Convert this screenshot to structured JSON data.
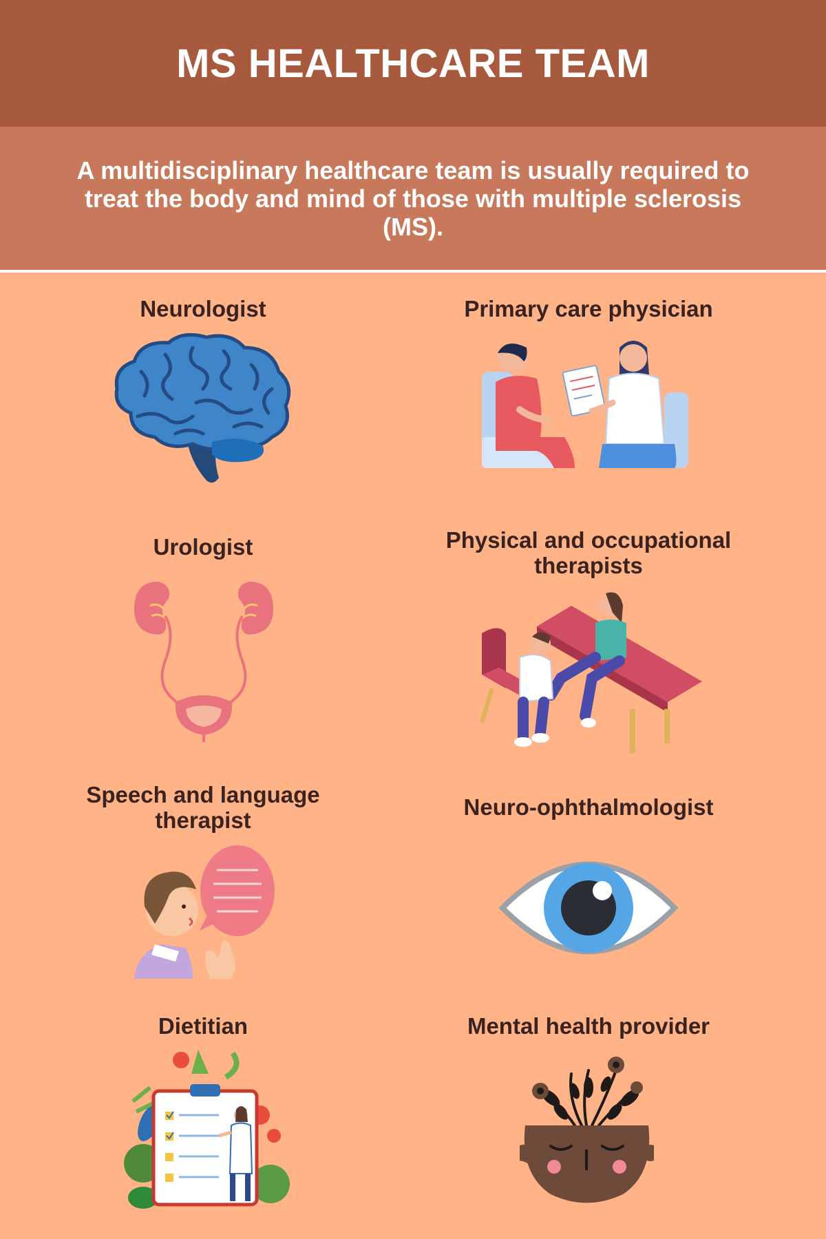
{
  "title": "MS HEALTHCARE TEAM",
  "intro": "A multidisciplinary healthcare team is usually required to treat the body and mind of those with multiple sclerosis (MS).",
  "roles": {
    "neurologist": "Neurologist",
    "primary_care": "Primary care physician",
    "urologist": "Urologist",
    "physical_occupational": "Physical and occupational therapists",
    "speech_language": "Speech and language therapist",
    "neuro_ophthalmologist": "Neuro-ophthalmologist",
    "dietitian": "Dietitian",
    "mental_health": "Mental health provider"
  },
  "icons": {
    "neurologist": "brain-icon",
    "primary_care": "doctor-consultation-icon",
    "urologist": "urinary-system-icon",
    "physical_occupational": "physical-therapy-icon",
    "speech_language": "speaking-person-icon",
    "neuro_ophthalmologist": "eye-icon",
    "dietitian": "diet-plan-icon",
    "mental_health": "mindful-head-icon"
  },
  "colors": {
    "header_bg": "#a75a3e",
    "intro_bg": "#c8795b",
    "page_bg": "#ffb386",
    "label_text": "#3a2220"
  }
}
